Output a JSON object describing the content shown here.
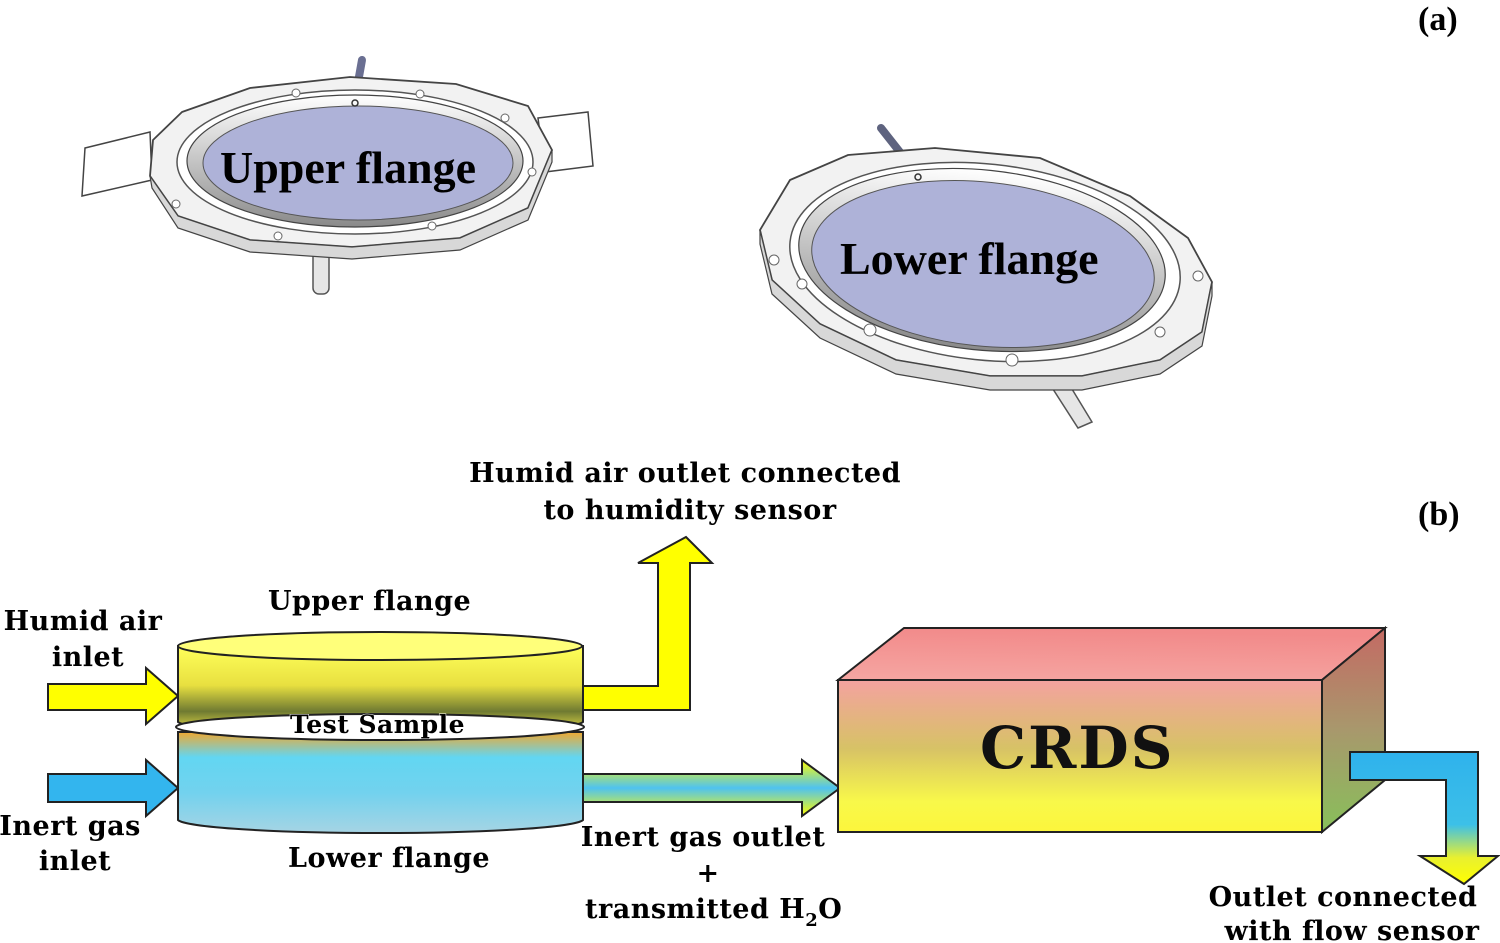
{
  "panel_a": {
    "label": "(a)",
    "upper_flange_label": "Upper flange",
    "lower_flange_label": "Lower flange"
  },
  "panel_b": {
    "label": "(b)",
    "humid_air_outlet": [
      "Humid air outlet connected",
      "to humidity sensor"
    ],
    "upper_flange": "Upper flange",
    "humid_air_inlet": [
      "Humid air",
      "inlet"
    ],
    "test_sample": "Test Sample",
    "inert_gas_inlet": [
      "Inert gas",
      "inlet"
    ],
    "lower_flange": "Lower flange",
    "inert_gas_outlet": [
      "Inert gas outlet",
      "+",
      "transmitted H",
      "2",
      "O"
    ],
    "crds": "CRDS",
    "outlet_flow": [
      "Outlet connected",
      "with flow sensor"
    ]
  },
  "colors": {
    "flange_fill": "#aeb2d8",
    "flange_ring": "#f2f2f2",
    "humid_air": "#ffff00",
    "inert_gas": "#33b5ee",
    "crds_top": "#f4a0a0",
    "crds_bottom": "#fff84a"
  }
}
